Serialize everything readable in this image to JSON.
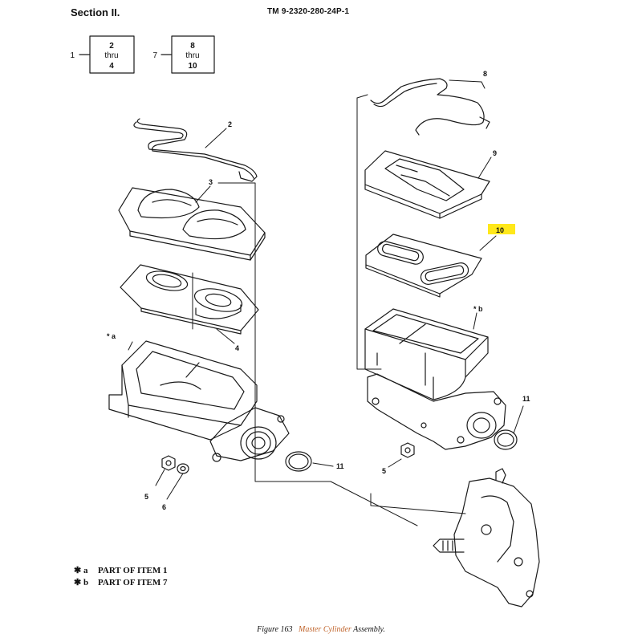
{
  "header": {
    "section": "Section II.",
    "tm_number": "TM 9-2320-280-24P-1"
  },
  "index_boxes": [
    {
      "ref": "1",
      "line1": "2",
      "line2": "thru",
      "line3": "4"
    },
    {
      "ref": "7",
      "line1": "8",
      "line2": "thru",
      "line3": "10"
    }
  ],
  "callouts": {
    "c2": "2",
    "c3": "3",
    "c4": "4",
    "c_a": "* a",
    "c5l": "5",
    "c6": "6",
    "c11l": "11",
    "c8": "8",
    "c9": "9",
    "c10": "10",
    "c_b": "* b",
    "c11r": "11",
    "c5r": "5"
  },
  "highlight_color": "#ffe81a",
  "legend": [
    {
      "star": "✱",
      "letter": "a",
      "text": "PART OF ITEM   1"
    },
    {
      "star": "✱",
      "letter": "b",
      "text": "PART OF ITEM   7"
    }
  ],
  "caption": {
    "prefix": "Figure 163",
    "highlight": "Master Cylinder",
    "suffix": "Assembly."
  },
  "accent_color": "#c0632a"
}
